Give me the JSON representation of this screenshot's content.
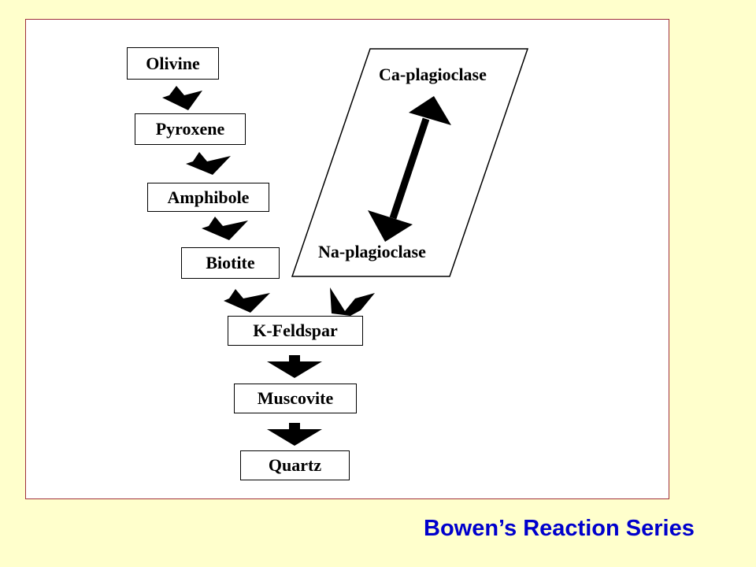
{
  "title": "Bowen’s Reaction Series",
  "discontinuous_series": [
    "Olivine",
    "Pyroxene",
    "Amphibole",
    "Biotite"
  ],
  "continuous_series": {
    "top": "Ca-plagioclase",
    "bottom": "Na-plagioclase"
  },
  "final_sequence": [
    "K-Feldspar",
    "Muscovite",
    "Quartz"
  ],
  "colors": {
    "background": "#ffffcc",
    "panel": "#ffffff",
    "panel_border": "#a0303a",
    "title": "#0000cc",
    "ink": "#000000"
  }
}
